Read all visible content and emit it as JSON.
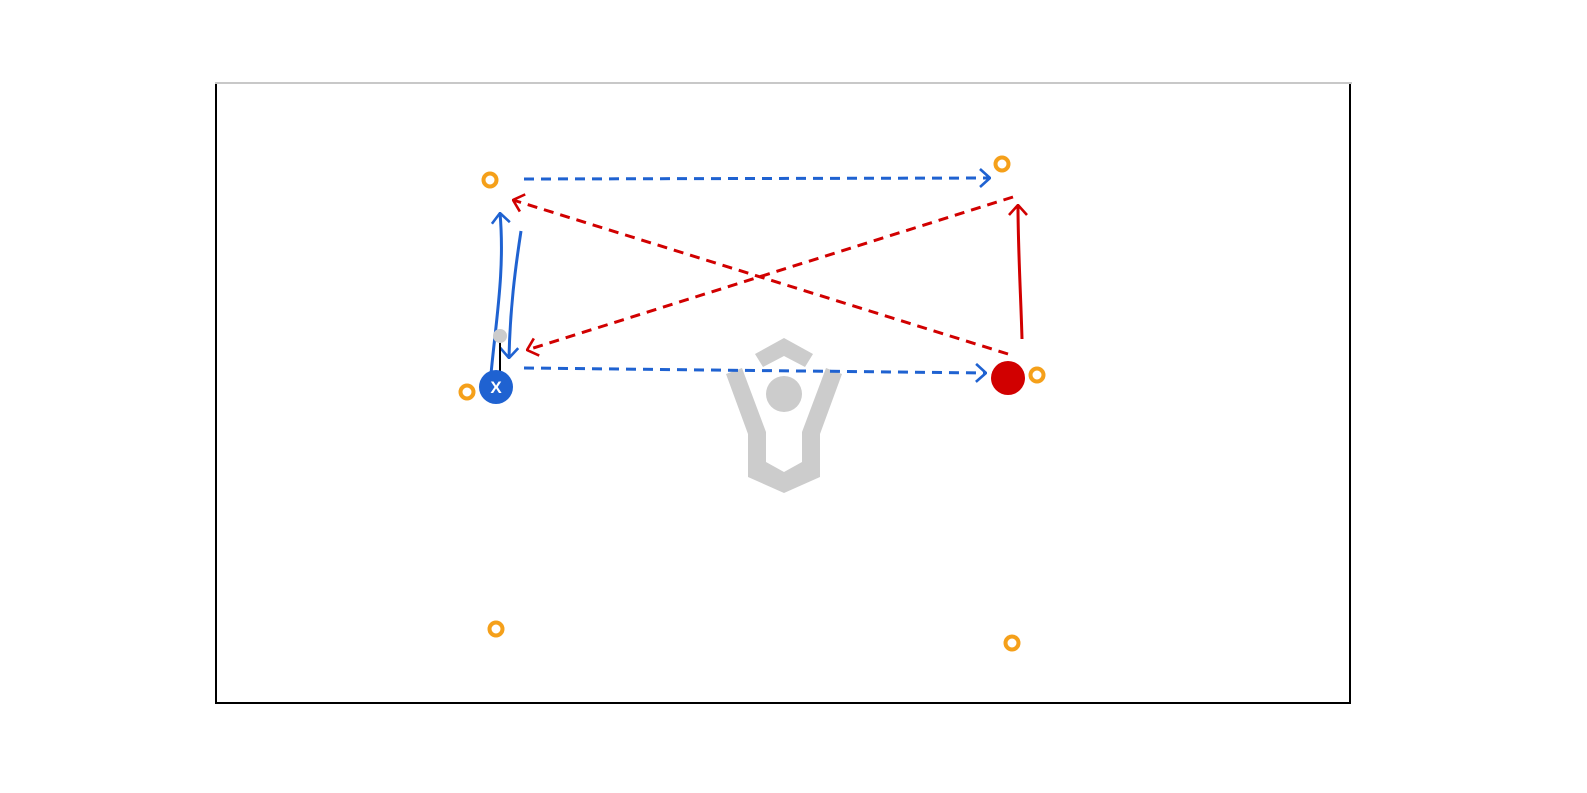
{
  "diagram": {
    "type": "lacrosse-drill",
    "colors": {
      "background": "#ffffff",
      "field_border": "#000000",
      "field_top_border": "#c8c8c8",
      "cone": "#f5a01a",
      "blue": "#1f62d1",
      "red": "#d10000",
      "goal_icon": "#cccccc",
      "ball": "#cccccc",
      "stick": "#000000"
    },
    "players": [
      {
        "id": "blue-player",
        "team": "blue",
        "label": "X"
      },
      {
        "id": "red-player",
        "team": "red",
        "label": ""
      }
    ],
    "cones": [
      "cone-top-left",
      "cone-top-right",
      "cone-mid-left",
      "cone-mid-right",
      "cone-bottom-left",
      "cone-bottom-right"
    ],
    "paths": [
      {
        "id": "blue-pass-top",
        "team": "blue",
        "style": "dashed",
        "kind": "pass"
      },
      {
        "id": "blue-pass-bottom",
        "team": "blue",
        "style": "dashed",
        "kind": "pass"
      },
      {
        "id": "blue-run-up",
        "team": "blue",
        "style": "solid",
        "kind": "run"
      },
      {
        "id": "blue-run-down",
        "team": "blue",
        "style": "solid",
        "kind": "run"
      },
      {
        "id": "red-pass-diagonal-1",
        "team": "red",
        "style": "dashed",
        "kind": "pass"
      },
      {
        "id": "red-pass-diagonal-2",
        "team": "red",
        "style": "dashed",
        "kind": "pass"
      },
      {
        "id": "red-run-up",
        "team": "red",
        "style": "solid",
        "kind": "run"
      }
    ],
    "goal_icon": "lacrosse-goalie-icon"
  }
}
